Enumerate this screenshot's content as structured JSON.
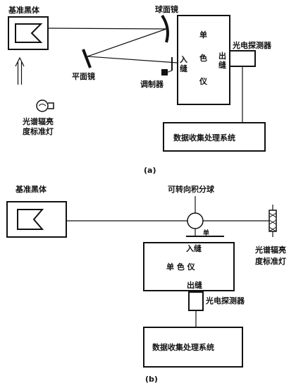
{
  "diagram_a": {
    "caption": "(a)",
    "blackbody_label": "基准黑体",
    "spherical_mirror_label": "球面镜",
    "plane_mirror_label": "平面镜",
    "monochromator_chars": [
      "单",
      "色",
      "仪"
    ],
    "entrance_slit_label": [
      "入",
      "缝"
    ],
    "exit_slit_label": [
      "出",
      "缝"
    ],
    "detector_label": "光电探测器",
    "modulator_label": "调制器",
    "lamp_label_lines": [
      "光谱辐亮",
      "度标准灯"
    ],
    "data_system_label": "数据收集处理系统"
  },
  "diagram_b": {
    "caption": "(b)",
    "blackbody_label": "基准黑体",
    "sphere_label": "可转向积分球",
    "shutter_mark": "单",
    "lamp_label_lines": [
      "光谱辐亮",
      "度标准灯"
    ],
    "entrance_slit_label": "入缝",
    "monochromator_label": "单 色 仪",
    "exit_slit_label": "出缝",
    "detector_label": "光电探测器",
    "data_system_label": "数据收集处理系统"
  }
}
